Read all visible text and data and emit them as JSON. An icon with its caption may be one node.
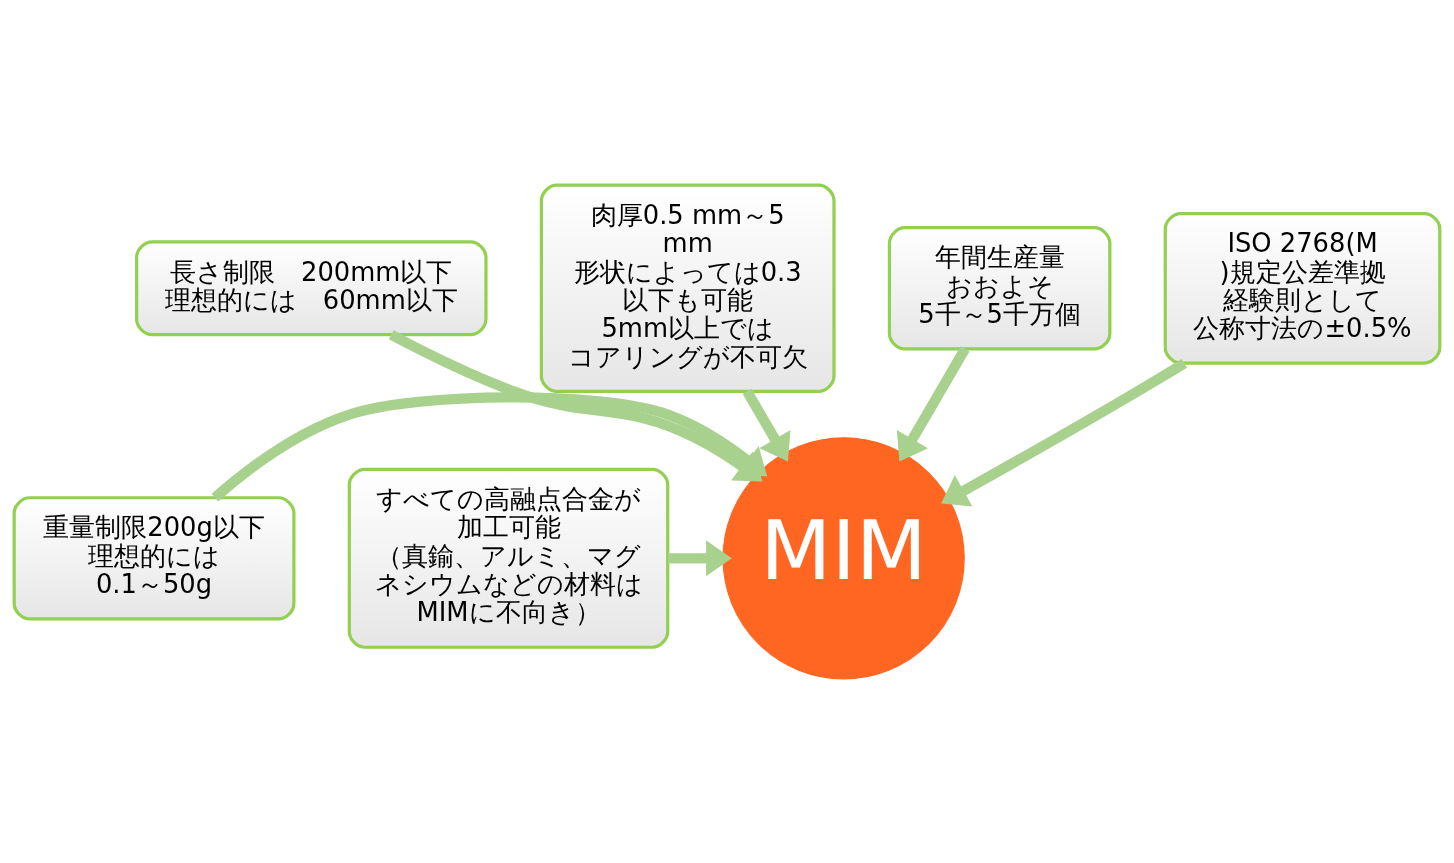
{
  "diagram": {
    "nodes": [
      {
        "text": [
          "長さ制限　200mm以下",
          "理想的には　60mm以下"
        ]
      },
      {
        "text": [
          "肉厚0.5 mm～5 mm",
          "形状によっては0.3以下も可能",
          "5mm以上では",
          "コアリングが不可欠"
        ]
      },
      {
        "text": [
          "年間生産量",
          "おおよそ",
          "5千～5千万個"
        ]
      },
      {
        "text": [
          "ISO 2768(M)規定公差準拠",
          "経験則として",
          "公称寸法の±0.5%"
        ]
      },
      {
        "text": [
          "重量制限200g以下",
          "理想的には",
          "0.1～50g"
        ]
      },
      {
        "text": [
          "すべての高融点合金が",
          "加工可能",
          "（真鍮、アルミ、マグネシウムなどの材料はMIMに不向き）"
        ]
      },
      {
        "text": [
          "MIM"
        ]
      }
    ],
    "edges": [
      {
        "from": 0,
        "to": 6,
        "arrow": "to"
      },
      {
        "from": 1,
        "to": 6,
        "arrow": "to"
      },
      {
        "from": 2,
        "to": 6,
        "arrow": "to"
      },
      {
        "from": 3,
        "to": 6,
        "arrow": "to"
      },
      {
        "from": 4,
        "to": 6,
        "arrow": "to"
      },
      {
        "from": 5,
        "to": 6,
        "arrow": "to"
      }
    ]
  }
}
